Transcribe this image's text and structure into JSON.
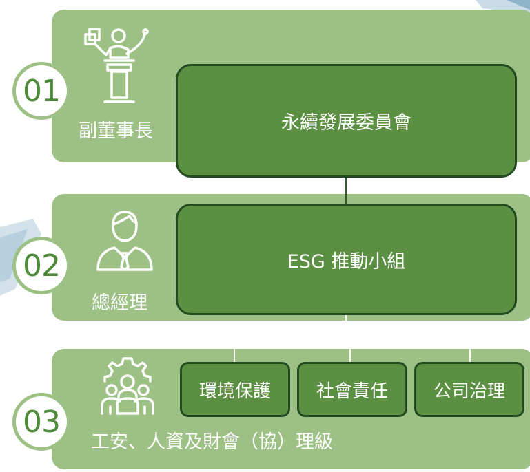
{
  "rows": [
    {
      "number": "01",
      "role": "副董事長",
      "icon": "podium-speaker-icon"
    },
    {
      "number": "02",
      "role": "總經理",
      "icon": "person-tie-icon"
    },
    {
      "number": "03",
      "role": "工安、人資及財會（協）理級",
      "icon": "team-gear-icon"
    }
  ],
  "boxes": {
    "committee": "永續發展委員會",
    "esg_group": "ESG 推動小組",
    "environment": "環境保護",
    "social": "社會責任",
    "governance": "公司治理"
  },
  "colors": {
    "band": "#9dc085",
    "box_fill": "#5b8f41",
    "box_border": "#234b22",
    "number_text": "#4d8a3a",
    "decor_blue": "#b7d0dd"
  }
}
